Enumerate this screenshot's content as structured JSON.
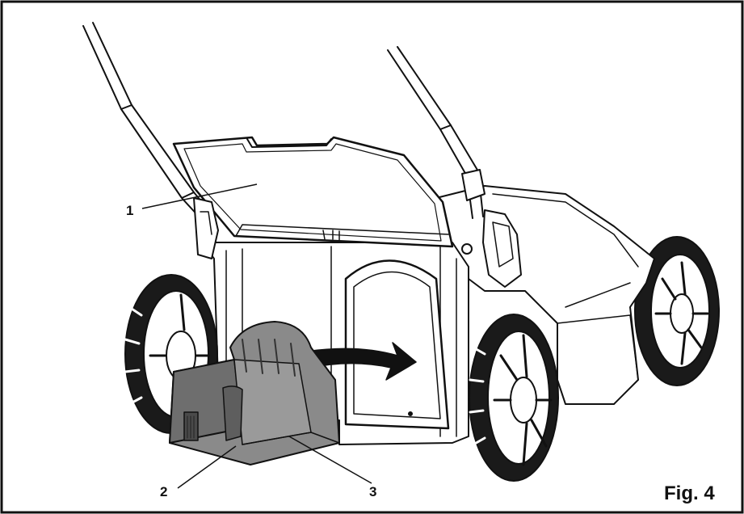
{
  "figure": {
    "caption": "Fig. 4",
    "callouts": [
      {
        "id": "1",
        "label": "1"
      },
      {
        "id": "2",
        "label": "2"
      },
      {
        "id": "3",
        "label": "3"
      }
    ]
  },
  "colors": {
    "line": "#111111",
    "tire": "#1a1a1a",
    "plug": "#8a8a8a",
    "plug_dark": "#5e5e5e",
    "body": "#ffffff"
  }
}
